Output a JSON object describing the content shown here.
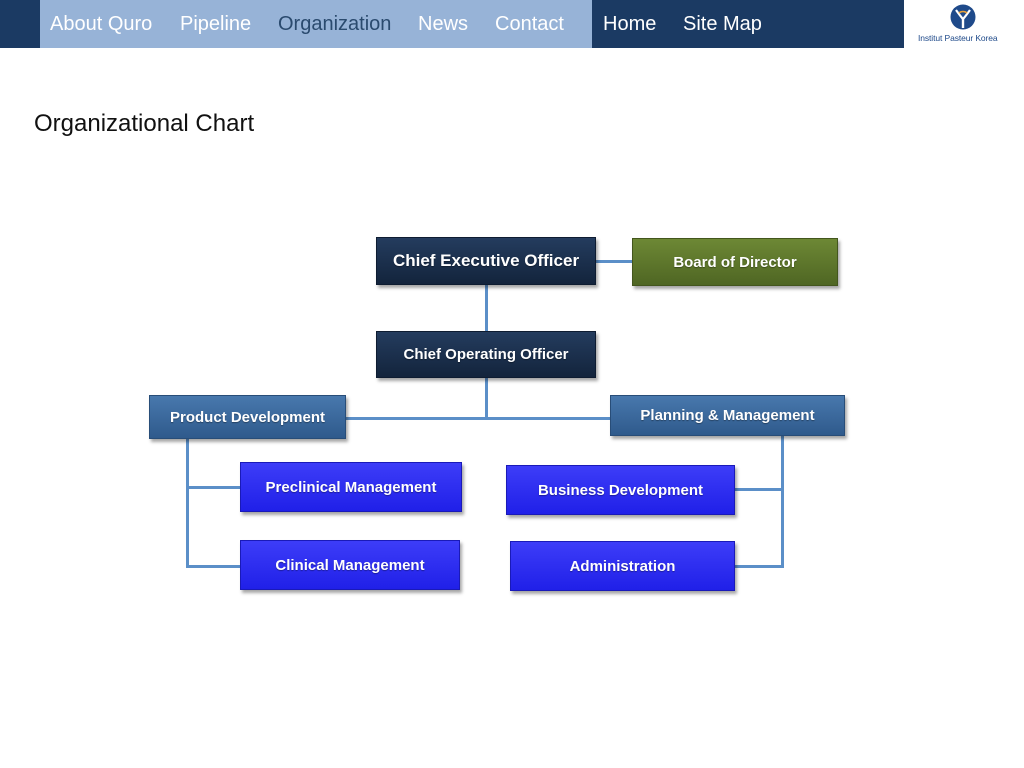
{
  "nav": {
    "items": [
      "About Quro",
      "Pipeline",
      "Organization",
      "News",
      "Contact"
    ],
    "home": "Home",
    "sitemap": "Site Map"
  },
  "logo": {
    "text": "Institut Pasteur Korea"
  },
  "page": {
    "title": "Organizational Chart"
  },
  "org_chart": {
    "ceo": "Chief Executive Officer",
    "board": "Board of Director",
    "coo": "Chief Operating Officer",
    "product_development": "Product Development",
    "planning_management": "Planning & Management",
    "preclinical_management": "Preclinical Management",
    "clinical_management": "Clinical Management",
    "business_development": "Business Development",
    "administration": "Administration"
  },
  "colors": {
    "nav_dark": "#1b3a63",
    "nav_light": "#97b3d7",
    "box_dark": "#1c304d",
    "box_olive": "#5d7a2c",
    "box_steel": "#3a6a9f",
    "box_blue": "#2b2bf0",
    "connector": "#5b8fc8"
  }
}
